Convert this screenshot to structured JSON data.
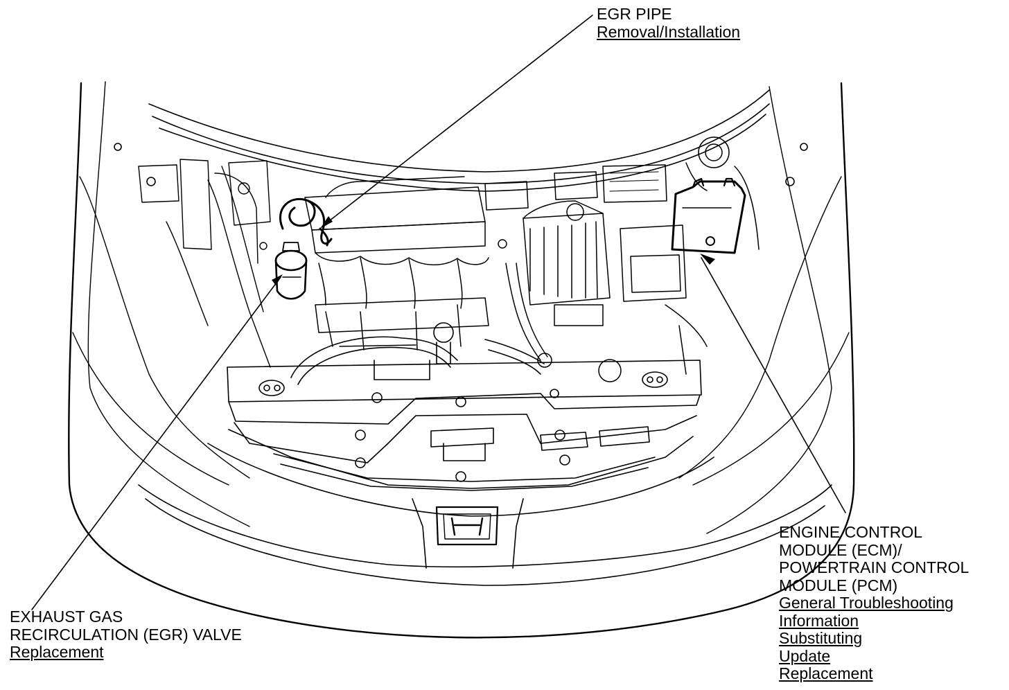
{
  "callouts": {
    "egr_pipe": {
      "heading": [
        "EGR PIPE"
      ],
      "links": [
        "Removal/Installation"
      ]
    },
    "ecm_pcm": {
      "heading": [
        "ENGINE CONTROL",
        "MODULE (ECM)/",
        "POWERTRAIN CONTROL",
        "MODULE (PCM)"
      ],
      "links": [
        "General Troubleshooting",
        "Information",
        "Substituting",
        "Update",
        "Replacement"
      ]
    },
    "egr_valve": {
      "heading": [
        "EXHAUST GAS",
        "RECIRCULATION (EGR) VALVE"
      ],
      "links": [
        "Replacement"
      ]
    }
  },
  "colors": {
    "ink": "#000000",
    "paper": "#ffffff"
  }
}
